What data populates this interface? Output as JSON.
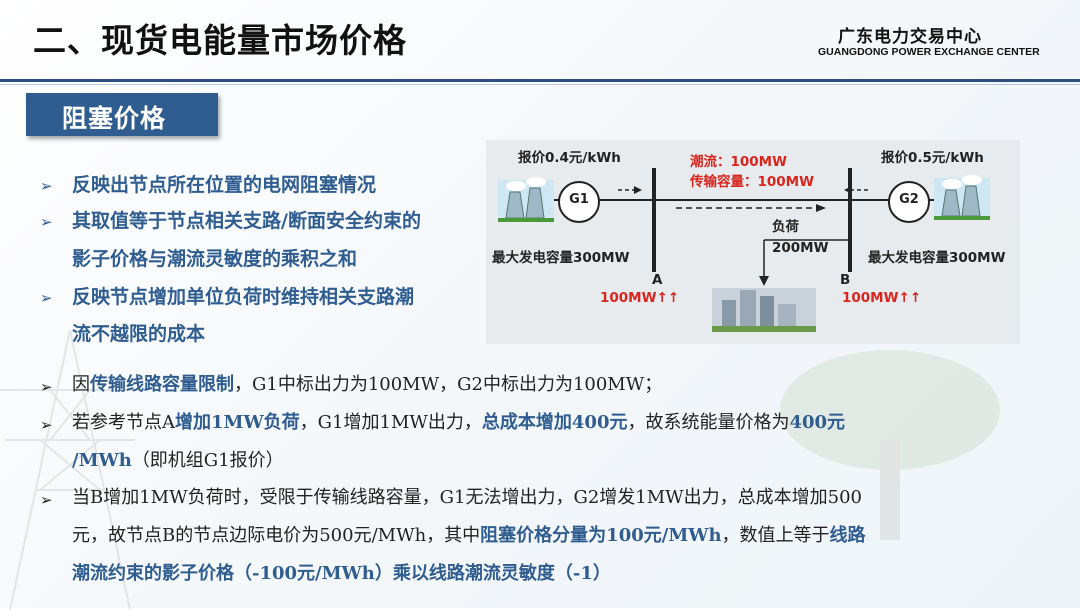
{
  "header": {
    "title": "二、现货电能量市场价格",
    "brand_cn": "广东电力交易中心",
    "brand_en": "GUANGDONG POWER EXCHANGE CENTER"
  },
  "section_tag": "阻塞价格",
  "left_bullets": [
    {
      "lines": [
        "反映出节点所在位置的电网阻塞情况"
      ]
    },
    {
      "lines": [
        "其取值等于节点相关支路/断面安全约束的",
        "影子价格与潮流灵敏度的乘积之和"
      ]
    },
    {
      "lines": [
        "反映节点增加单位负荷时维持相关支路潮",
        "流不越限的成本"
      ]
    }
  ],
  "diagram": {
    "price_left": "报价0.4元/kWh",
    "price_right": "报价0.5元/kWh",
    "flow": "潮流：100MW",
    "capacity": "传输容量：100MW",
    "gen_left": "G1",
    "gen_right": "G2",
    "max_left": "最大发电容量300MW",
    "max_right": "最大发电容量300MW",
    "load_label": "负荷",
    "load_value": "200MW",
    "node_a": "A",
    "node_b": "B",
    "out_a": "100MW↑↑",
    "out_b": "100MW↑↑"
  },
  "paragraphs": {
    "p1": {
      "t1": "因",
      "h1": "传输线路容量限制",
      "t2": "，G1中标出力为100MW，G2中标出力为100MW；"
    },
    "p2": {
      "t1": "若参考节点A",
      "h1": "增加1MW负荷",
      "t2": "，G1增加1MW出力，",
      "h2": "总成本增加400元",
      "t3": "，故系统能量价格为",
      "h3": "400元",
      "h4": "/MWh",
      "t4": "（即机组G1报价）"
    },
    "p3": {
      "t1": "当B增加1MW负荷时，受限于传输线路容量，G1无法增出力，G2增发1MW出力，总成本增加500",
      "t2": "元，故节点B的节点边际电价为500元/MWh，其中",
      "h1": "阻塞价格分量为100元/MWh",
      "t3": "，数值上等于",
      "h2": "线路",
      "h3": "潮流约束的影子价格（-100元/MWh）乘以线路潮流灵敏度（-1）"
    }
  },
  "colors": {
    "accent": "#2f5d8f",
    "red": "#d9251d"
  }
}
